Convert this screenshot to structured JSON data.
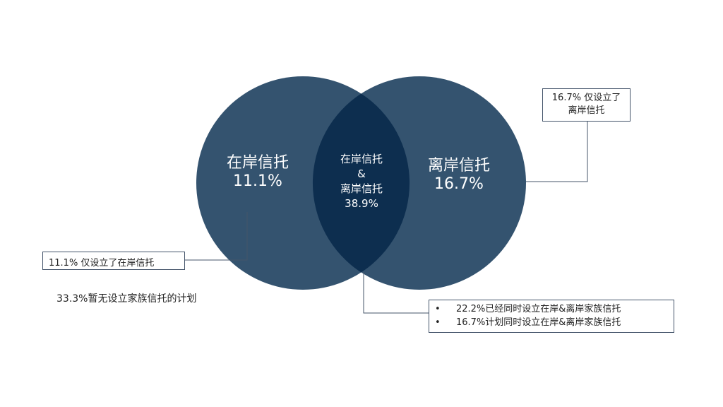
{
  "colors": {
    "circle": "#34536f",
    "overlap": "#0d2e4f",
    "line": "#44546a"
  },
  "left_set": {
    "name": "在岸信托",
    "value": "11.1%"
  },
  "right_set": {
    "name": "离岸信托",
    "value": "16.7%"
  },
  "intersection": {
    "name_a": "在岸信托",
    "amp": "&",
    "name_b": "离岸信托",
    "value": "38.9%"
  },
  "callouts": {
    "left": "11.1% 仅设立了在岸信托",
    "right_line1": "16.7% 仅设立了",
    "right_line2": "离岸信托",
    "bottom": [
      "22.2%已经同时设立在岸&离岸家族信托",
      "16.7%计划同时设立在岸&离岸家族信托"
    ],
    "bullet": "•"
  },
  "none_note": "33.3%暂无设立家族信托的计划"
}
